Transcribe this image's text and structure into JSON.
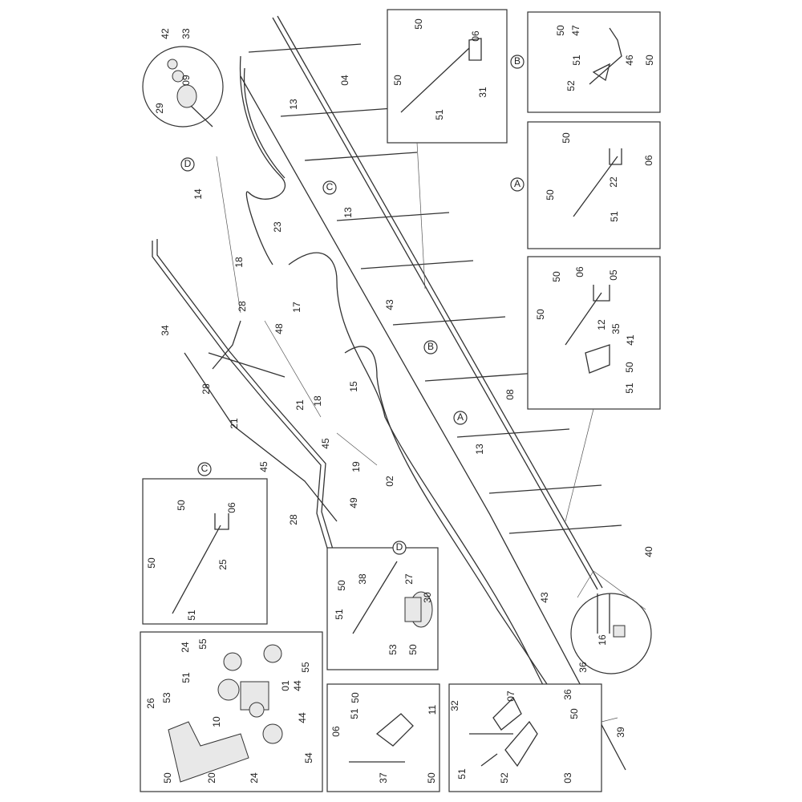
{
  "main_labels": [
    "42",
    "33",
    "09",
    "29",
    "D",
    "14",
    "23",
    "18",
    "17",
    "34",
    "28",
    "28",
    "48",
    "21",
    "21",
    "18",
    "15",
    "45",
    "45",
    "19",
    "02",
    "49",
    "28",
    "13",
    "13",
    "43",
    "04",
    "C",
    "B",
    "08",
    "A",
    "13",
    "40",
    "43",
    "16",
    "36",
    "39"
  ],
  "detail_B": {
    "marker": "B",
    "labels": [
      "50",
      "47",
      "46",
      "50",
      "51",
      "52"
    ]
  },
  "detail_A": {
    "marker": "A",
    "labels": [
      "50",
      "06",
      "22",
      "50",
      "51"
    ]
  },
  "detail_top": {
    "labels": [
      "50",
      "06",
      "50",
      "31",
      "51"
    ]
  },
  "detail_mid": {
    "labels": [
      "50",
      "06",
      "05",
      "50",
      "12",
      "35",
      "41",
      "50",
      "51"
    ]
  },
  "detail_C": {
    "marker": "C",
    "labels": [
      "50",
      "06",
      "50",
      "25",
      "51"
    ]
  },
  "detail_D": {
    "marker": "D",
    "labels": [
      "50",
      "38",
      "27",
      "30",
      "51",
      "53",
      "50"
    ]
  },
  "detail_valve": {
    "labels": [
      "24",
      "55",
      "55",
      "51",
      "44",
      "01",
      "26",
      "53",
      "10",
      "44",
      "54",
      "50",
      "20",
      "24"
    ]
  },
  "detail_bracket": {
    "labels": [
      "50",
      "51",
      "11",
      "06",
      "37",
      "50"
    ]
  },
  "detail_clamp": {
    "labels": [
      "32",
      "07",
      "36",
      "50",
      "51",
      "52",
      "03"
    ]
  }
}
